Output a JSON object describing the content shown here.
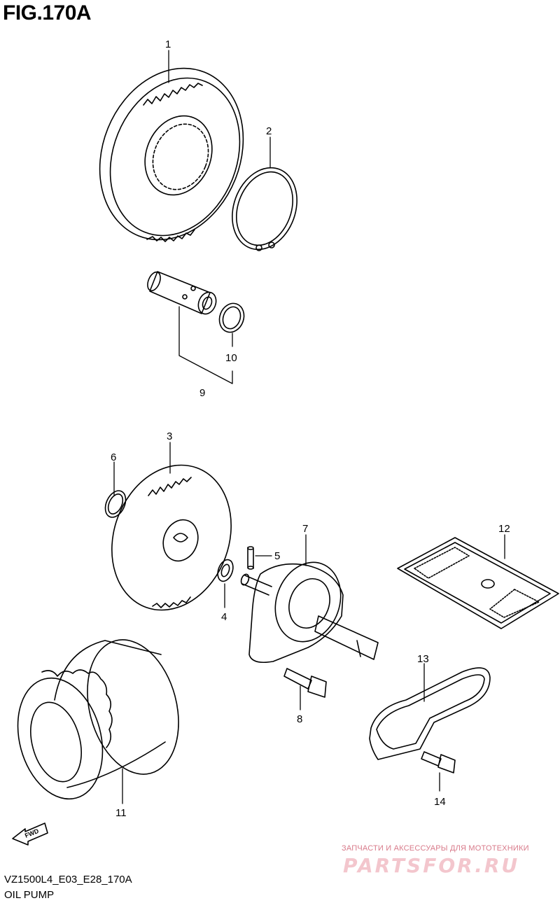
{
  "figure": {
    "title": "FIG.170A"
  },
  "callouts": [
    {
      "id": "1",
      "label": "1"
    },
    {
      "id": "2",
      "label": "2"
    },
    {
      "id": "3",
      "label": "3"
    },
    {
      "id": "4",
      "label": "4"
    },
    {
      "id": "5",
      "label": "5"
    },
    {
      "id": "6",
      "label": "6"
    },
    {
      "id": "7",
      "label": "7"
    },
    {
      "id": "8",
      "label": "8"
    },
    {
      "id": "9",
      "label": "9"
    },
    {
      "id": "10",
      "label": "10"
    },
    {
      "id": "11",
      "label": "11"
    },
    {
      "id": "12",
      "label": "12"
    },
    {
      "id": "13",
      "label": "13"
    },
    {
      "id": "14",
      "label": "14"
    }
  ],
  "fwd_arrow": {
    "label": "FWD"
  },
  "footer": {
    "code": "VZ1500L4_E03_E28_170A",
    "name": "OIL PUMP"
  },
  "watermark": {
    "tagline": "ЗАПЧАСТИ И АКСЕССУАРЫ ДЛЯ МОТОТЕХНИКИ",
    "logo": "PARTSFOR.RU"
  },
  "colors": {
    "line": "#000000",
    "background": "#ffffff",
    "watermark": "#f3c6cd"
  }
}
